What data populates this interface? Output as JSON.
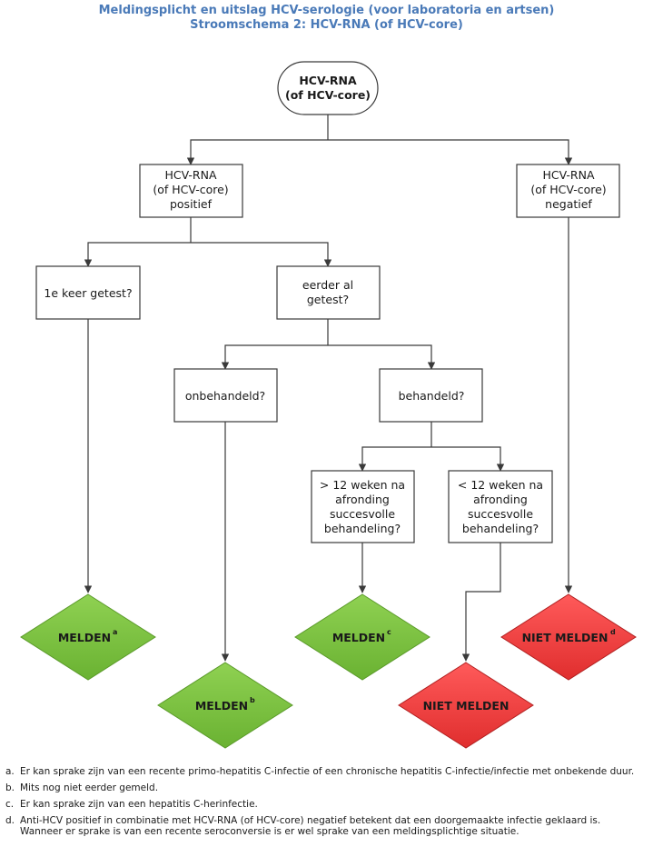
{
  "header": {
    "title": "Meldingsplicht en uitslag HCV-serologie (voor laboratoria en artsen)",
    "subtitle": "Stroomschema 2: HCV-RNA (of HCV-core)"
  },
  "nodes": {
    "start": [
      "HCV-RNA",
      "(of HCV-core)"
    ],
    "positive": [
      "HCV-RNA",
      "(of HCV-core)",
      "positief"
    ],
    "negative": [
      "HCV-RNA",
      "(of HCV-core)",
      "negatief"
    ],
    "first_test": [
      "1e keer getest?"
    ],
    "tested_before": [
      "eerder al",
      "getest?"
    ],
    "untreated": [
      "onbehandeld?"
    ],
    "treated": [
      "behandeld?"
    ],
    "over_12": [
      "> 12 weken na",
      "afronding",
      "succesvolle",
      "behandeling?"
    ],
    "under_12": [
      "< 12 weken na",
      "afronding",
      "succesvolle",
      "behandeling?"
    ]
  },
  "outcomes": {
    "melden_a": {
      "label": "MELDEN",
      "sup": "a"
    },
    "melden_b": {
      "label": "MELDEN",
      "sup": "b"
    },
    "melden_c": {
      "label": "MELDEN",
      "sup": "c"
    },
    "niet_melden_d": {
      "label": "NIET MELDEN",
      "sup": "d"
    },
    "niet_melden": {
      "label": "NIET MELDEN",
      "sup": ""
    }
  },
  "colors": {
    "green": "#7cc142",
    "red": "#f0403f",
    "line": "#3a3a3a",
    "title": "#4a7ab8"
  },
  "footnotes": [
    {
      "letter": "a.",
      "lines": [
        "Er kan sprake zijn van een recente primo-hepatitis C-infectie of een chronische hepatitis C-infectie/infectie met onbekende duur."
      ]
    },
    {
      "letter": "b.",
      "lines": [
        "Mits nog niet eerder gemeld."
      ]
    },
    {
      "letter": "c.",
      "lines": [
        "Er kan sprake zijn van een hepatitis C-herinfectie."
      ]
    },
    {
      "letter": "d.",
      "lines": [
        "Anti-HCV positief in combinatie met HCV-RNA (of HCV-core) negatief betekent dat een doorgemaakte infectie geklaard is.",
        "Wanneer er sprake is van een recente seroconversie is er wel sprake van een meldingsplichtige situatie."
      ]
    }
  ]
}
